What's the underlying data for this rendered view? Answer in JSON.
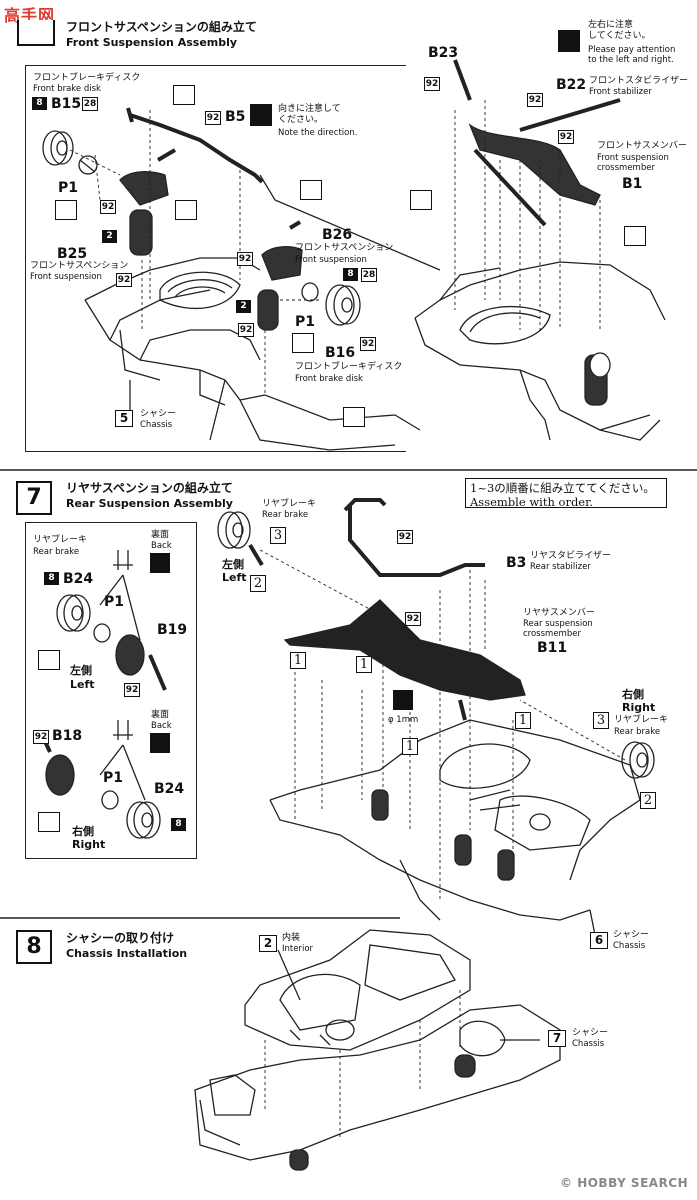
{
  "step6": {
    "title_jp": "フロントサスペンションの組み立て",
    "title_en": "Front Suspension Assembly",
    "left": {
      "brake_disk_jp": "フロントブレーキディスク",
      "brake_disk_en": "Front brake disk",
      "b15": "B15",
      "tag8": "8",
      "tag28": "28",
      "p1": "P1",
      "tag92a": "92",
      "tag2": "2",
      "b25": "B25",
      "b25_jp": "フロントサスペンション",
      "b25_en": "Front suspension",
      "tag92b": "92",
      "b5": "B5",
      "b5_tag": "92",
      "note_jp": "向きに注意して\nください。",
      "note_en": "Note the direction.",
      "b26": "B26",
      "b26_jp": "フロントサスペンション",
      "b26_en": "Front suspension",
      "tag92c": "92",
      "tag2b": "2",
      "tag92d": "92",
      "p1b": "P1",
      "tag8b": "8",
      "tag28b": "28",
      "b16": "B16",
      "b16_jp": "フロントブレーキディスク",
      "b16_en": "Front brake disk",
      "tag92e": "92",
      "chassis_num": "5",
      "chassis_jp": "シャシー",
      "chassis_en": "Chassis"
    },
    "right": {
      "b23": "B23",
      "tag92": "92",
      "note_jp": "左右に注意\nしてください。",
      "note_en": "Please pay attention\nto the left and right.",
      "b22": "B22",
      "b22_jp": "フロントスタビライザー",
      "b22_en": "Front stabilizer",
      "tag92b": "92",
      "tag92c": "92",
      "b1_jp": "フロントサスメンバー",
      "b1_en": "Front suspension\ncrossmember",
      "b1": "B1"
    }
  },
  "step7": {
    "num": "7",
    "title_jp": "リヤサスペンションの組み立て",
    "title_en": "Rear Suspension Assembly",
    "order_jp": "1~3の順番に組み立ててください。",
    "order_en": "Assemble with order.",
    "left_panel": {
      "rear_brake_jp": "リヤブレーキ",
      "rear_brake_en": "Rear brake",
      "back_jp": "裏面",
      "back_en": "Back",
      "tag8": "8",
      "b24": "B24",
      "p1": "P1",
      "b19": "B19",
      "left_jp": "左側",
      "left_en": "Left",
      "tag92": "92",
      "back2_jp": "裏面",
      "back2_en": "Back",
      "tag92b": "92",
      "b18": "B18",
      "p1b": "P1",
      "b24b": "B24",
      "tag8b": "8",
      "right_jp": "右側",
      "right_en": "Right"
    },
    "main": {
      "rear_brake_jp": "リヤブレーキ",
      "rear_brake_en": "Rear brake",
      "order3": "3",
      "left_jp": "左側",
      "left_en": "Left",
      "order2": "2",
      "tag92": "92",
      "b3": "B3",
      "b3_jp": "リヤスタビライザー",
      "b3_en": "Rear stabilizer",
      "b11_jp": "リヤサスメンバー",
      "b11_en": "Rear suspension\ncrossmember",
      "b11": "B11",
      "order1a": "1",
      "order1b": "1",
      "order1c": "1",
      "order1d": "1",
      "tag92b": "92",
      "drill": "φ 1mm",
      "right_jp": "右側",
      "right_en": "Right",
      "order3b": "3",
      "rear_brake2_jp": "リヤブレーキ",
      "rear_brake2_en": "Rear brake",
      "order2b": "2",
      "chassis_num": "6",
      "chassis_jp": "シャシー",
      "chassis_en": "Chassis"
    }
  },
  "step8": {
    "num": "8",
    "title_jp": "シャシーの取り付け",
    "title_en": "Chassis Installation",
    "interior_num": "2",
    "interior_jp": "内装",
    "interior_en": "Interior",
    "chassis_num": "7",
    "chassis_jp": "シャシー",
    "chassis_en": "Chassis"
  },
  "watermark": {
    "logo_cn": "高手网",
    "brand": "HOBBY SEARCH",
    "copyright": "©"
  }
}
